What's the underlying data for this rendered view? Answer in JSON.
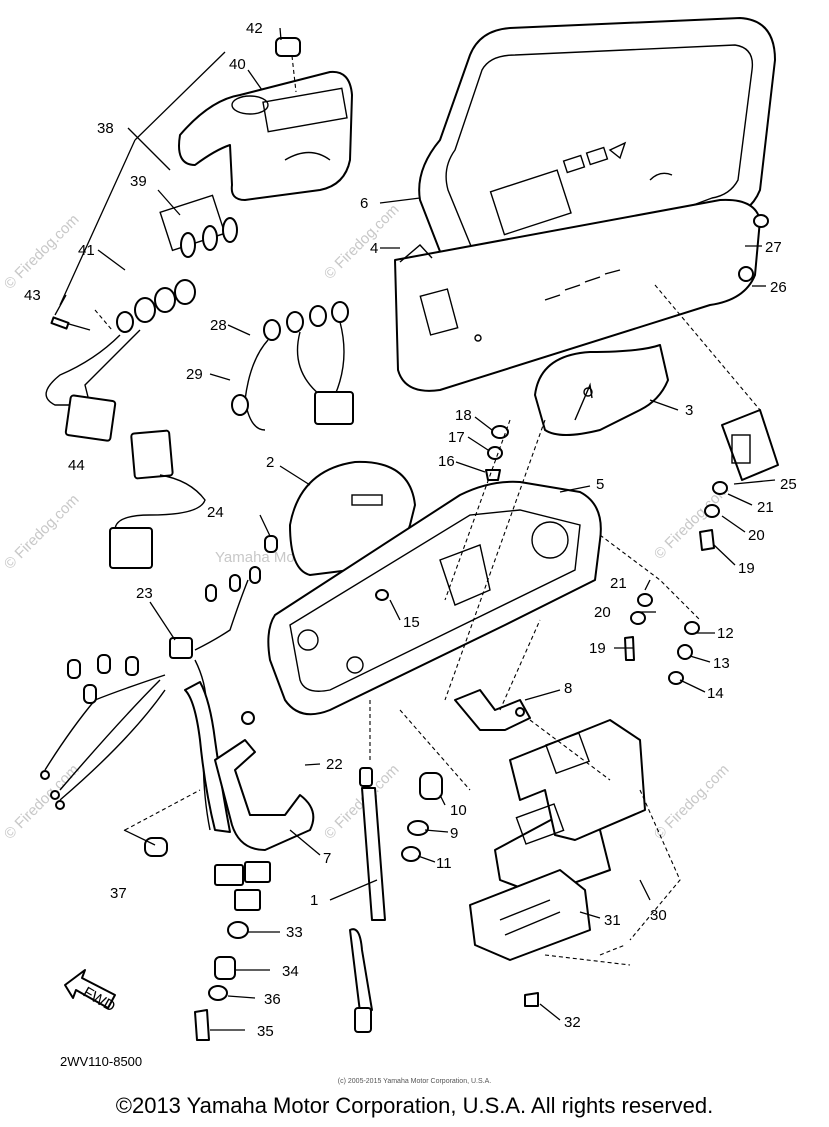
{
  "watermarks": {
    "center": "Yamaha Motor Corp., USA",
    "site": "© Firedog.com"
  },
  "parts": [
    {
      "id": "p1",
      "label": "1"
    },
    {
      "id": "p2",
      "label": "2"
    },
    {
      "id": "p3",
      "label": "3"
    },
    {
      "id": "p4",
      "label": "4"
    },
    {
      "id": "p5",
      "label": "5"
    },
    {
      "id": "p6",
      "label": "6"
    },
    {
      "id": "p7",
      "label": "7"
    },
    {
      "id": "p8",
      "label": "8"
    },
    {
      "id": "p9",
      "label": "9"
    },
    {
      "id": "p10",
      "label": "10"
    },
    {
      "id": "p11",
      "label": "11"
    },
    {
      "id": "p12",
      "label": "12"
    },
    {
      "id": "p13",
      "label": "13"
    },
    {
      "id": "p14",
      "label": "14"
    },
    {
      "id": "p15",
      "label": "15"
    },
    {
      "id": "p16",
      "label": "16"
    },
    {
      "id": "p17",
      "label": "17"
    },
    {
      "id": "p18",
      "label": "18"
    },
    {
      "id": "p19a",
      "label": "19"
    },
    {
      "id": "p19b",
      "label": "19"
    },
    {
      "id": "p20a",
      "label": "20"
    },
    {
      "id": "p20b",
      "label": "20"
    },
    {
      "id": "p21a",
      "label": "21"
    },
    {
      "id": "p21b",
      "label": "21"
    },
    {
      "id": "p22",
      "label": "22"
    },
    {
      "id": "p23",
      "label": "23"
    },
    {
      "id": "p24",
      "label": "24"
    },
    {
      "id": "p25",
      "label": "25"
    },
    {
      "id": "p26",
      "label": "26"
    },
    {
      "id": "p27",
      "label": "27"
    },
    {
      "id": "p28",
      "label": "28"
    },
    {
      "id": "p29",
      "label": "29"
    },
    {
      "id": "p30",
      "label": "30"
    },
    {
      "id": "p31",
      "label": "31"
    },
    {
      "id": "p32",
      "label": "32"
    },
    {
      "id": "p33",
      "label": "33"
    },
    {
      "id": "p34",
      "label": "34"
    },
    {
      "id": "p35",
      "label": "35"
    },
    {
      "id": "p36",
      "label": "36"
    },
    {
      "id": "p37",
      "label": "37"
    },
    {
      "id": "p38",
      "label": "38"
    },
    {
      "id": "p39",
      "label": "39"
    },
    {
      "id": "p40",
      "label": "40"
    },
    {
      "id": "p41",
      "label": "41"
    },
    {
      "id": "p42",
      "label": "42"
    },
    {
      "id": "p43",
      "label": "43"
    },
    {
      "id": "p44",
      "label": "44"
    }
  ],
  "fwd_arrow_label": "FWD",
  "diagram_code": "2WV110-8500",
  "small_copyright": "(c) 2005-2015 Yamaha Motor Corporation, U.S.A.",
  "copyright": "©2013 Yamaha Motor Corporation, U.S.A. All rights reserved."
}
